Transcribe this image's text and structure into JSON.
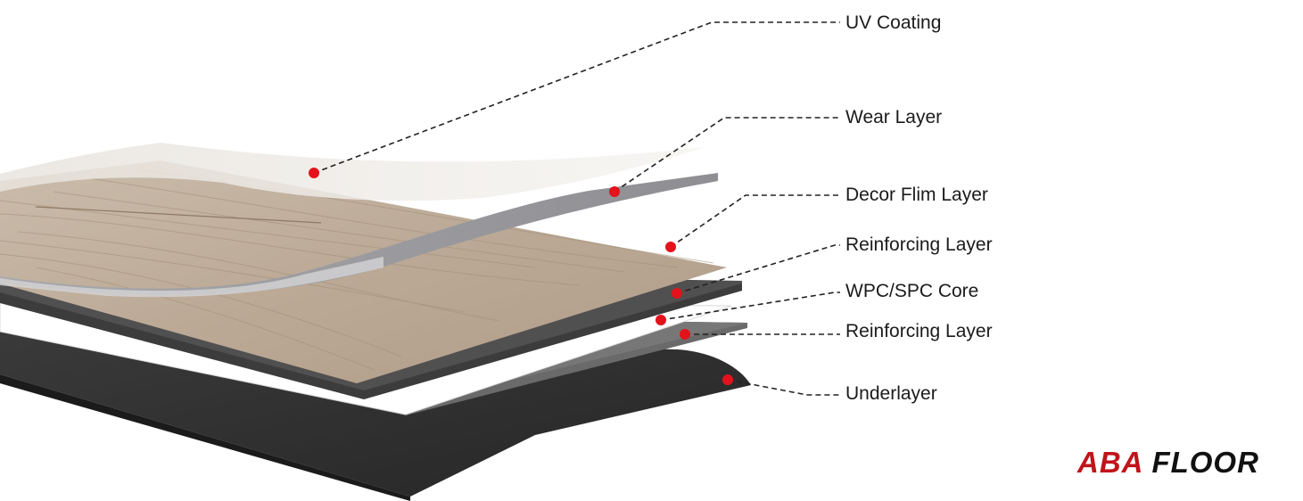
{
  "layers": [
    {
      "label": "UV Coating"
    },
    {
      "label": "Wear Layer"
    },
    {
      "label": "Decor Flim Layer"
    },
    {
      "label": "Reinforcing Layer"
    },
    {
      "label": "WPC/SPC Core"
    },
    {
      "label": "Reinforcing Layer"
    },
    {
      "label": "Underlayer"
    }
  ],
  "brand": {
    "part1": "ABA",
    "part2": "FLOOR"
  },
  "colors": {
    "marker": "#e4121b",
    "brand_red": "#c0141b",
    "leader_line": "#222222",
    "wood": "#c1b19f",
    "underlayer": "#2e2e2e"
  }
}
